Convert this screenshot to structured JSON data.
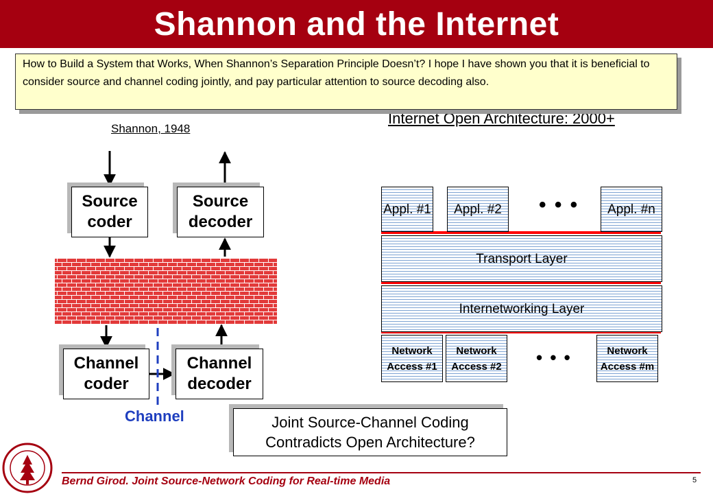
{
  "title": "Shannon and the Internet",
  "note": "How to Build a System that Works, When Shannon’s Separation Principle Doesn’t?   I hope I have shown you that it is beneficial to consider source and channel coding jointly, and pay particular attention to source decoding also.",
  "shannon": {
    "caption": "Shannon, 1948",
    "source_coder": "Source coder",
    "source_decoder": "Source decoder",
    "channel_coder": "Channel coder",
    "channel_decoder": "Channel decoder",
    "channel_label": "Channel"
  },
  "internet": {
    "caption": "Internet Open Architecture: 2000+",
    "apps": [
      "Appl. #1",
      "Appl. #2",
      "Appl. #n"
    ],
    "transport": "Transport Layer",
    "internetworking": "Internetworking Layer",
    "access": [
      "Network Access #1",
      "Network Access #2",
      "Network Access #m"
    ],
    "ellipsis": "• • •"
  },
  "question": "Joint Source-Channel Coding Contradicts Open Architecture?",
  "footer": "Bernd Girod. Joint Source-Network Coding for Real-time Media",
  "page_number": "5",
  "colors": {
    "title_bar": "#a50010",
    "note_bg": "#ffffcc",
    "channel_text": "#1f3fbf",
    "hatch": "#7da3d3",
    "red_line": "#ff0000"
  }
}
